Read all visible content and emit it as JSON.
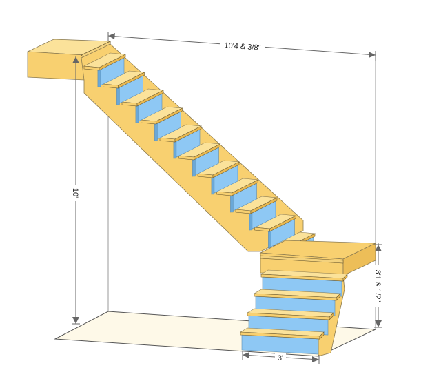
{
  "diagram": {
    "type": "l-shaped-staircase-3d",
    "colors": {
      "wood": "#F8D070",
      "wood_dark": "#E8B850",
      "wood_light": "#FBE29A",
      "riser": "#8EC8F4",
      "outline": "#6b6b5a",
      "floor": "#FEF9E8",
      "dim_line": "#666666"
    },
    "dimensions": {
      "total_run": "10'4 & 3/8\"",
      "total_rise": "10'",
      "landing_height": "3'1 & 1/2\"",
      "stair_width": "3'"
    },
    "upper_flight": {
      "step_count": 11
    },
    "lower_flight": {
      "step_count": 4
    },
    "landing": {
      "present": true
    },
    "top_platform": {
      "present": true
    },
    "floor": {
      "present": true
    }
  }
}
